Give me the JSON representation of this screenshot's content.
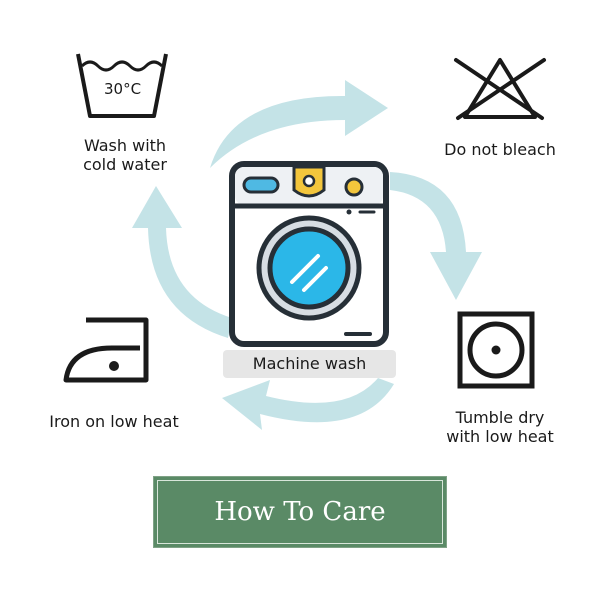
{
  "colors": {
    "arrow": "#c4e3e7",
    "banner": "#5a8a66",
    "machine_outline": "#262f37",
    "drum_blue": "#2bb7e8",
    "knob_yellow": "#f3c63c",
    "pill_blue": "#4fb9e3"
  },
  "steps": {
    "wash": {
      "temp": "30°C",
      "label_line1": "Wash with",
      "label_line2": "cold water",
      "icon": "wash-basin-icon"
    },
    "bleach": {
      "label": "Do not bleach",
      "icon": "no-bleach-icon"
    },
    "dry": {
      "label_line1": "Tumble dry",
      "label_line2": "with low heat",
      "icon": "tumble-dry-icon"
    },
    "iron": {
      "label": "Iron on low heat",
      "icon": "iron-icon"
    },
    "machine": {
      "label": "Machine wash",
      "icon": "washing-machine-icon"
    }
  },
  "banner": {
    "title": "How To Care"
  }
}
